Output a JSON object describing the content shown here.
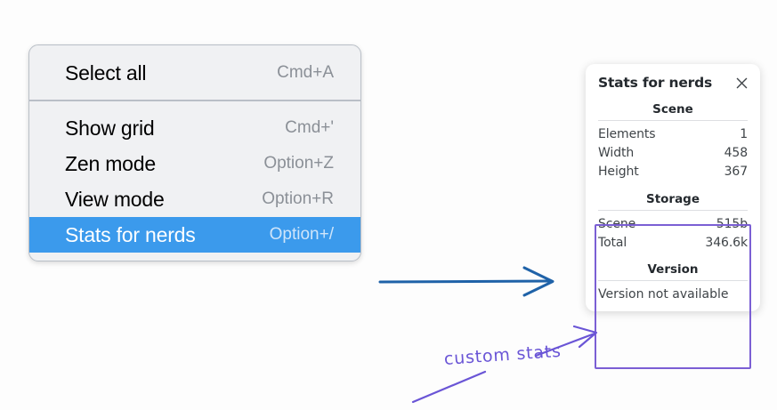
{
  "colors": {
    "menu_background": "#f0f1f3",
    "menu_border": "#b9bfc7",
    "highlight_blue": "#3b9aec",
    "arrow_blue": "#1f62a8",
    "annotation_purple": "#6a55d6",
    "box_purple": "#7b5fd4",
    "panel_background": "#ffffff",
    "page_background": "#fdfdfd"
  },
  "context_menu": {
    "groups": [
      {
        "items": [
          {
            "label": "Select all",
            "shortcut": "Cmd+A",
            "selected": false
          }
        ]
      },
      {
        "items": [
          {
            "label": "Show grid",
            "shortcut": "Cmd+'",
            "selected": false
          },
          {
            "label": "Zen mode",
            "shortcut": "Option+Z",
            "selected": false
          },
          {
            "label": "View mode",
            "shortcut": "Option+R",
            "selected": false
          },
          {
            "label": "Stats for nerds",
            "shortcut": "Option+/",
            "selected": true
          }
        ]
      }
    ]
  },
  "stats_panel": {
    "title": "Stats for nerds",
    "close_icon": "close-icon",
    "sections": [
      {
        "title": "Scene",
        "rows": [
          {
            "key": "Elements",
            "value": "1"
          },
          {
            "key": "Width",
            "value": "458"
          },
          {
            "key": "Height",
            "value": "367"
          }
        ]
      },
      {
        "title": "Storage",
        "rows": [
          {
            "key": "Scene",
            "value": "515b"
          },
          {
            "key": "Total",
            "value": "346.6k"
          }
        ]
      },
      {
        "title": "Version",
        "text": "Version not available"
      }
    ]
  },
  "annotations": {
    "handwritten_label": "custom stats",
    "blue_arrow_name": "blue-arrow-menu-to-panel",
    "purple_arrow_name": "purple-arrow-label-to-box",
    "purple_box_name": "custom-stats-highlight-box"
  }
}
